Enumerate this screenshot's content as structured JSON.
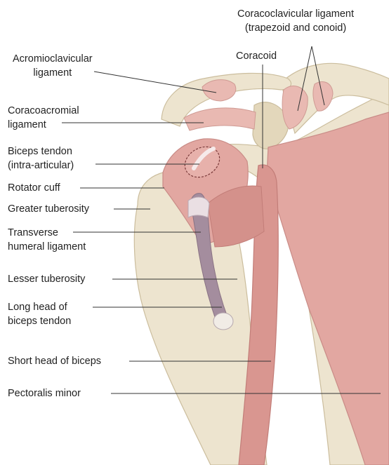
{
  "labels": {
    "coracoclavicular_ligament": {
      "line1": "Coracoclavicular ligament",
      "line2": "(trapezoid and conoid)"
    },
    "coracoid": "Coracoid",
    "acromioclavicular_ligament": {
      "line1": "Acromioclavicular",
      "line2": "ligament"
    },
    "coracoacromial_ligament": {
      "line1": "Coracoacromial",
      "line2": "ligament"
    },
    "biceps_tendon_intra": {
      "line1": "Biceps tendon",
      "line2": "(intra-articular)"
    },
    "rotator_cuff": "Rotator cuff",
    "greater_tuberosity": "Greater tuberosity",
    "transverse_humeral_ligament": {
      "line1": "Transverse",
      "line2": "humeral ligament"
    },
    "lesser_tuberosity": "Lesser tuberosity",
    "long_head_biceps": {
      "line1": "Long head of",
      "line2": "biceps tendon"
    },
    "short_head_biceps": "Short head of biceps",
    "pectoralis_minor": "Pectoralis minor"
  },
  "colors": {
    "bone": "#ede4cf",
    "bone_shadow": "#d9ccae",
    "muscle": "#e2a7a1",
    "muscle_dark": "#c97f7c",
    "ligament": "#e9b9b2",
    "tendon": "#a48d9e",
    "leader_line": "#333333"
  }
}
